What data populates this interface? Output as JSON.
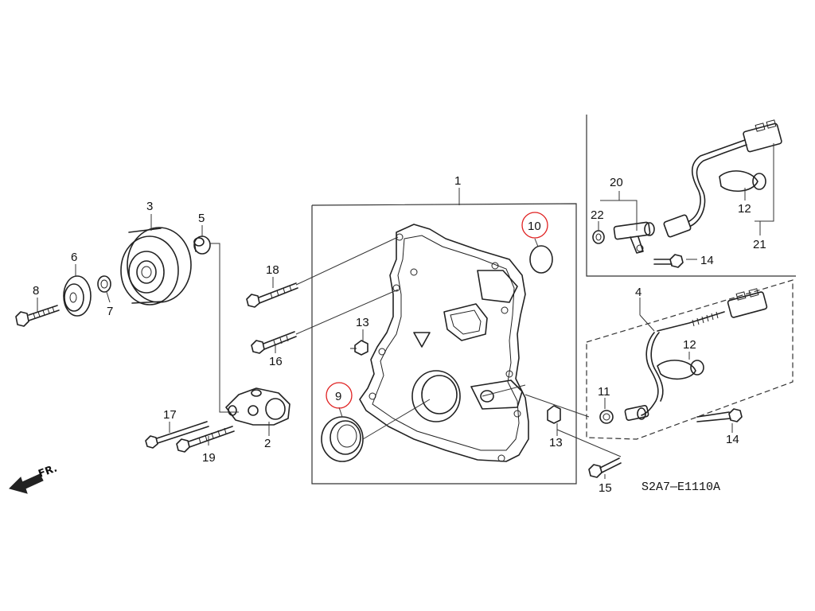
{
  "diagram": {
    "callouts": {
      "c1": "1",
      "c2": "2",
      "c3": "3",
      "c4": "4",
      "c5": "5",
      "c6": "6",
      "c7": "7",
      "c8": "8",
      "c9": "9",
      "c10": "10",
      "c11": "11",
      "c12a": "12",
      "c12b": "12",
      "c13a": "13",
      "c13b": "13",
      "c14a": "14",
      "c14b": "14",
      "c15": "15",
      "c16": "16",
      "c17": "17",
      "c18": "18",
      "c19": "19",
      "c20": "20",
      "c21": "21",
      "c22": "22"
    },
    "highlighted_callouts": [
      "9",
      "10"
    ],
    "diagram_code": "S2A7—E1110A",
    "direction_label": "FR.",
    "colors": {
      "line": "#222222",
      "highlight": "#e02020",
      "background": "#ffffff"
    }
  }
}
